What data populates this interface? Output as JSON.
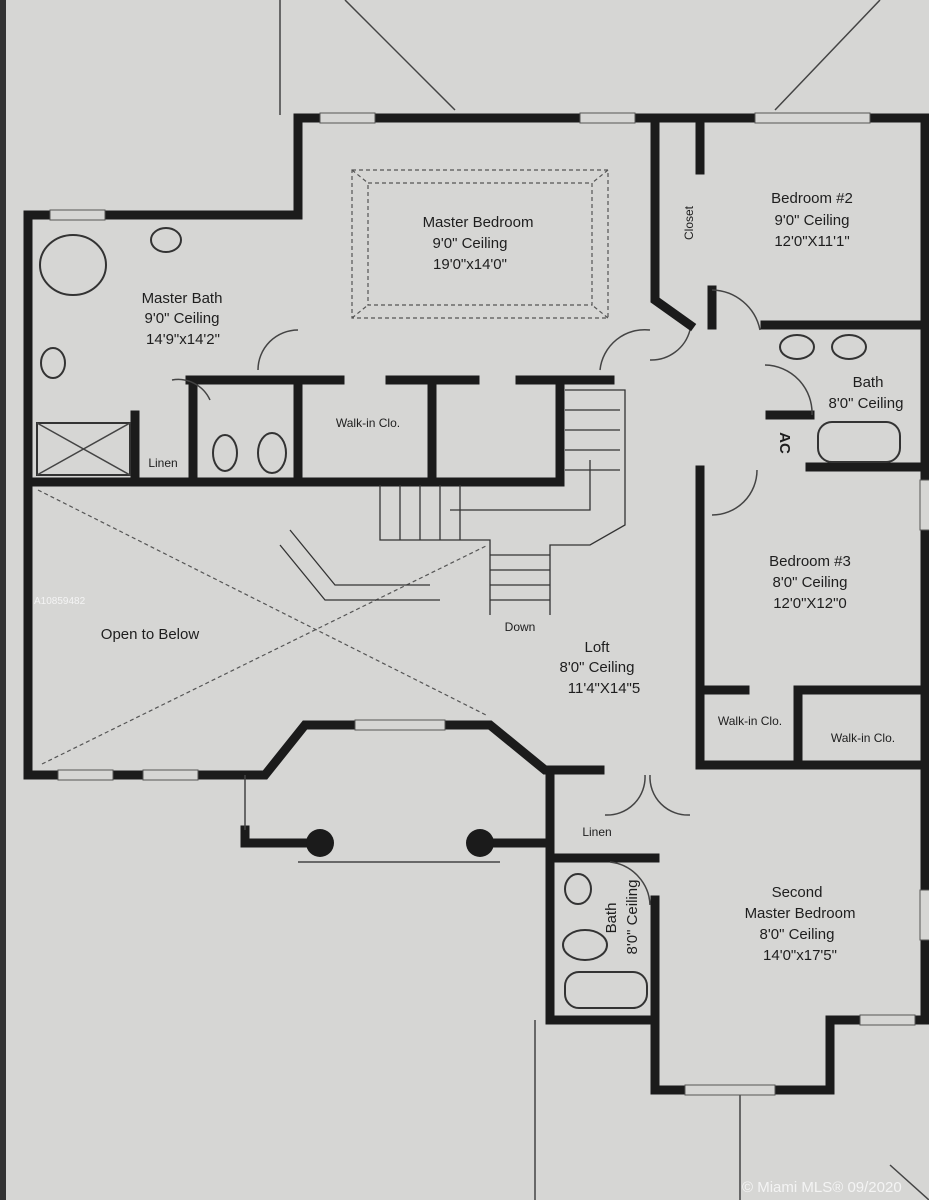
{
  "plan": {
    "rooms": {
      "master_bedroom": {
        "name": "Master Bedroom",
        "ceiling": "9'0\" Ceiling",
        "size": "19'0\"x14'0\""
      },
      "master_bath": {
        "name": "Master Bath",
        "ceiling": "9'0\" Ceiling",
        "size": "14'9\"x14'2\""
      },
      "bedroom2": {
        "name": "Bedroom #2",
        "ceiling": "9'0\" Ceiling",
        "size": "12'0\"X11'1\""
      },
      "bath_upper": {
        "name": "Bath",
        "ceiling": "8'0\" Ceiling"
      },
      "bedroom3": {
        "name": "Bedroom #3",
        "ceiling": "8'0\" Ceiling",
        "size": "12'0\"X12\"0"
      },
      "loft": {
        "name": "Loft",
        "ceiling": "8'0\" Ceiling",
        "size": "11'4\"X14\"5"
      },
      "open_to_below": {
        "name": "Open to Below"
      },
      "second_master": {
        "name_line1": "Second",
        "name_line2": "Master Bedroom",
        "ceiling": "8'0\" Ceiling",
        "size": "14'0\"x17'5\""
      },
      "bath_lower": {
        "name": "Bath",
        "ceiling": "8'0\" Ceiling"
      }
    },
    "small_labels": {
      "closet": "Closet",
      "walkin_master": "Walk-in Clo.",
      "walkin_b3_left": "Walk-in Clo.",
      "walkin_b3_right": "Walk-in Clo.",
      "linen_upper": "Linen",
      "linen_lower": "Linen",
      "ac": "AC",
      "down": "Down"
    }
  },
  "watermark": {
    "id": "A10859482",
    "copyright": "© Miami MLS® 09/2020"
  }
}
